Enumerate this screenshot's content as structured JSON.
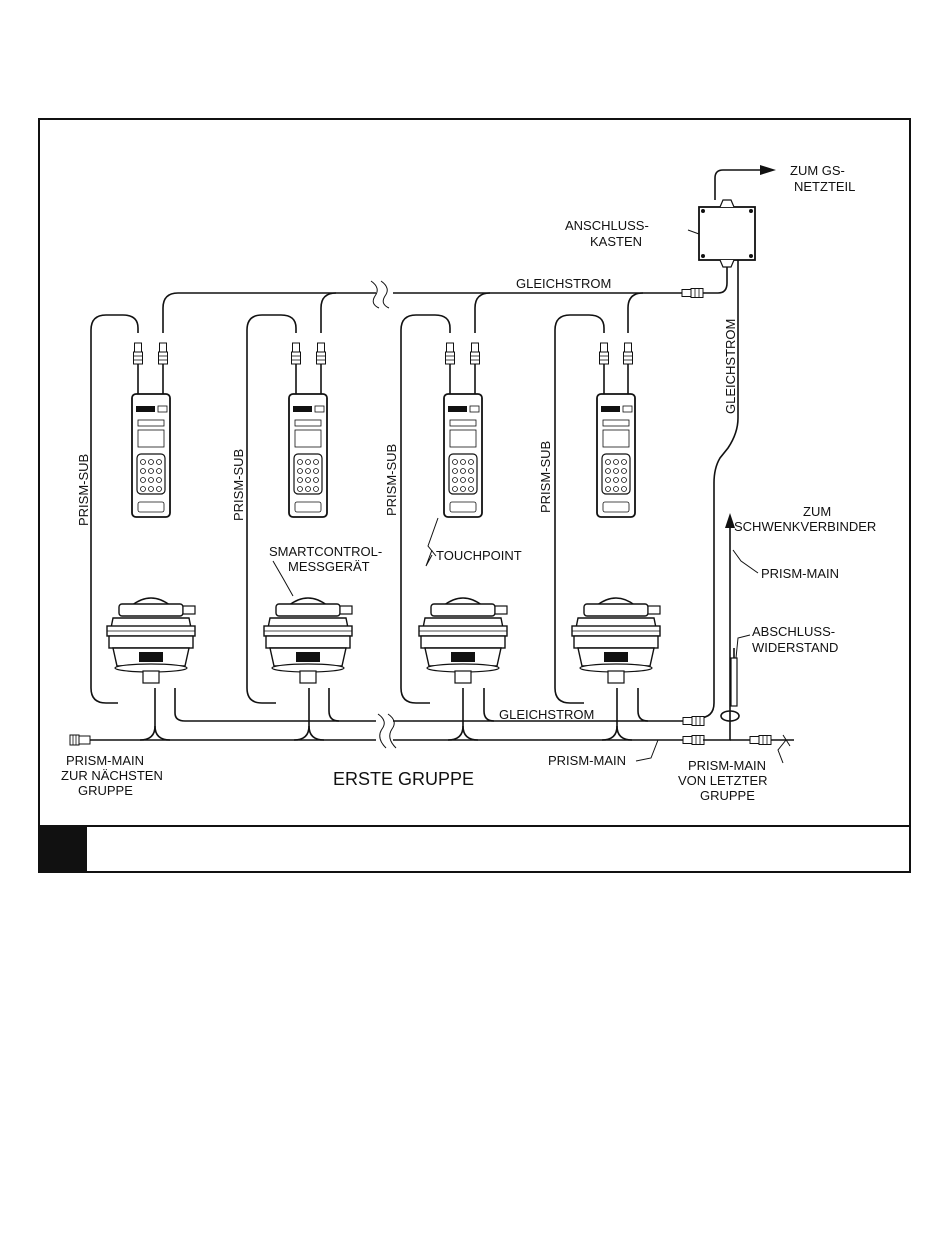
{
  "labels": {
    "zum_gs_netzteil": [
      "ZUM GS-",
      "NETZTEIL"
    ],
    "anschlusskasten": [
      "ANSCHLUSS-",
      "KASTEN"
    ],
    "gleichstrom": "GLEICHSTROM",
    "prism_sub": "PRISM-SUB",
    "smartcontrol": [
      "SMARTCONTROL-",
      "MESSGERÄT"
    ],
    "touchpoint": "TOUCHPOINT",
    "zum_schwenkverbinder": [
      "ZUM",
      "SCHWENKVERBINDER"
    ],
    "prism_main": "PRISM-MAIN",
    "abschlusswiderstand": [
      "ABSCHLUSS-",
      "WIDERSTAND"
    ],
    "prism_main_next": [
      "PRISM-MAIN",
      "ZUR NÄCHSTEN",
      "GRUPPE"
    ],
    "erste_gruppe": "ERSTE GRUPPE",
    "prism_main_last": [
      "PRISM-MAIN",
      "VON LETZTER",
      "GRUPPE"
    ]
  },
  "caption_bar": {
    "text": ""
  },
  "stations": [
    {
      "id": 1
    },
    {
      "id": 2
    },
    {
      "id": 3
    },
    {
      "id": 4
    }
  ]
}
